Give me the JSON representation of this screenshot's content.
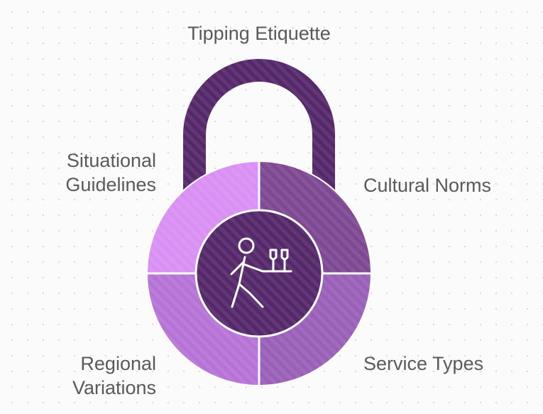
{
  "title": "Tipping Etiquette",
  "segments": [
    {
      "name": "situational-guidelines",
      "lines": [
        "Situational",
        "Guidelines"
      ],
      "color": "#d98ff3"
    },
    {
      "name": "cultural-norms",
      "lines": [
        "Cultural Norms"
      ],
      "color": "#7e4892"
    },
    {
      "name": "regional-variations",
      "lines": [
        "Regional",
        "Variations"
      ],
      "color": "#b772d6"
    },
    {
      "name": "service-types",
      "lines": [
        "Service Types"
      ],
      "color": "#9a60b8"
    }
  ],
  "colors": {
    "shackle": "#55286a",
    "center": "#55286a",
    "icon": "#ffffff",
    "text": "#5a5a5a"
  },
  "center_icon": "waiter-with-glasses-icon"
}
